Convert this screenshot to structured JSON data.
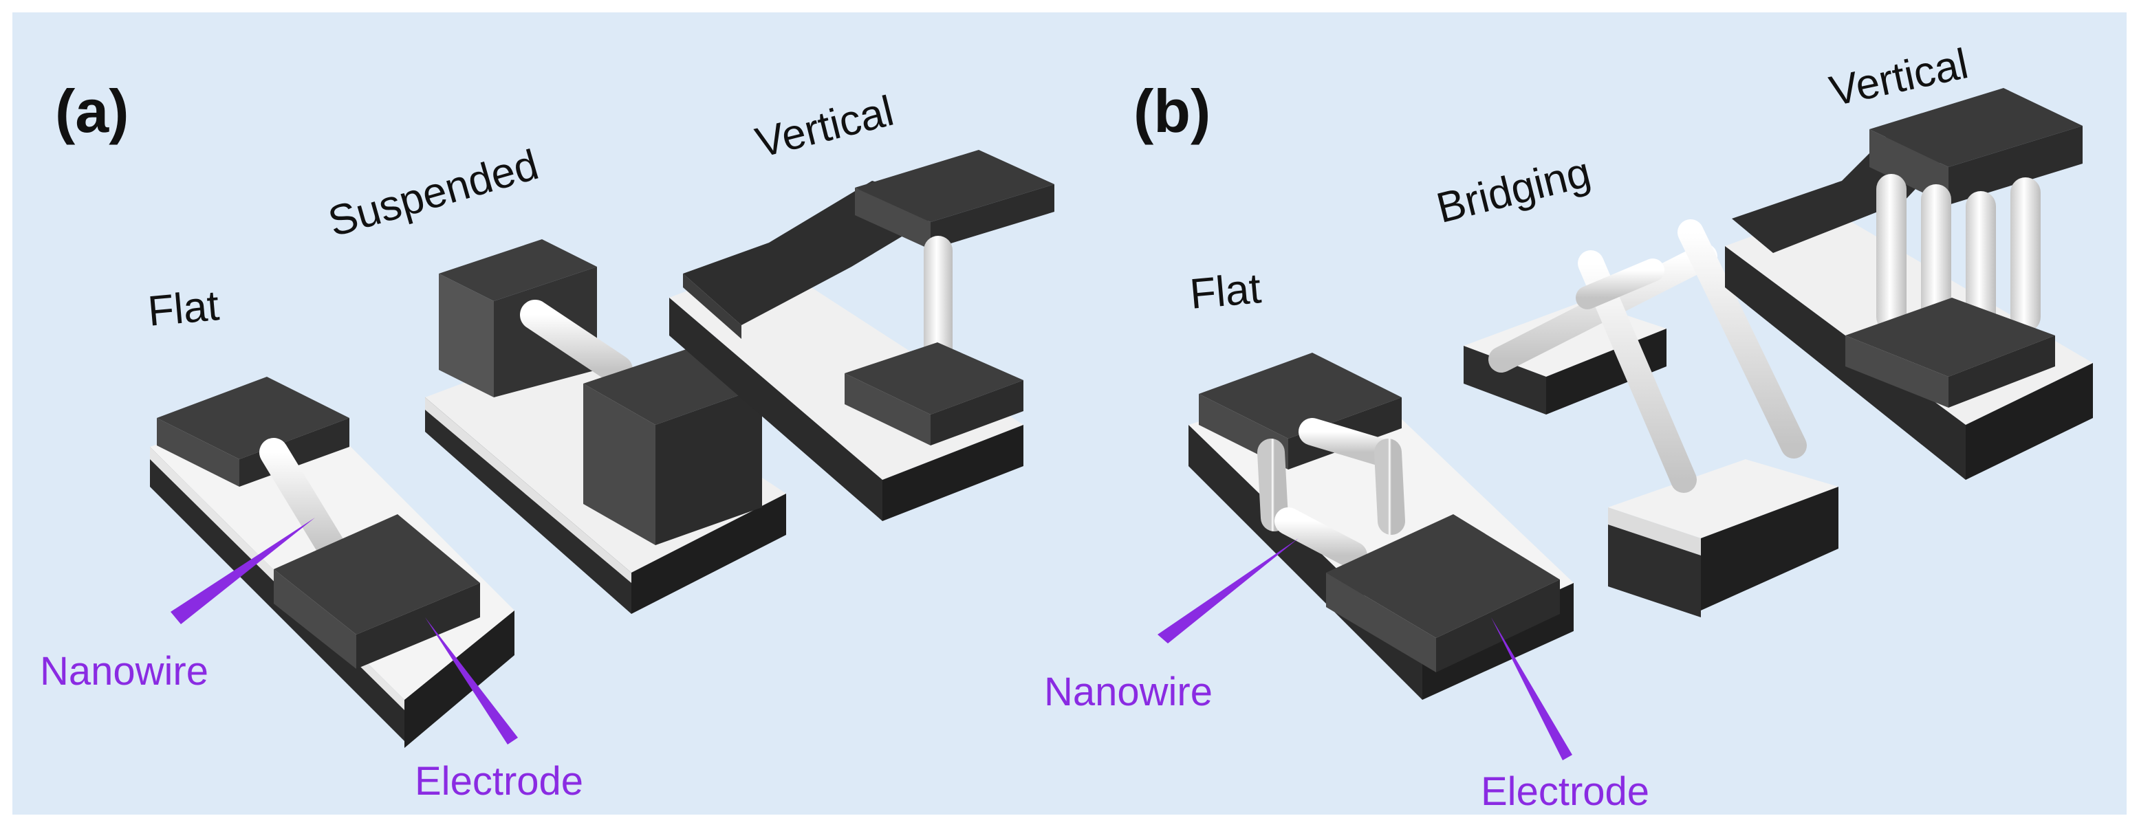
{
  "colors": {
    "background": "#ddeaf7",
    "electrode_top": "#3e3e3e",
    "electrode_side_light": "#4a4a4a",
    "electrode_side_dark": "#2a2a2a",
    "substrate_top": "#f4f4f4",
    "substrate_dark": "#2f2f2f",
    "nanowire": "#f0f0f0",
    "callout": "#8a2be2"
  },
  "panel_a": {
    "label": "(a)",
    "configs": {
      "flat": "Flat",
      "suspended": "Suspended",
      "vertical": "Vertical"
    },
    "callouts": {
      "nanowire": "Nanowire",
      "electrode": "Electrode"
    }
  },
  "panel_b": {
    "label": "(b)",
    "configs": {
      "flat": "Flat",
      "bridging": "Bridging",
      "vertical": "Vertical"
    },
    "callouts": {
      "nanowire": "Nanowire",
      "electrode": "Electrode"
    }
  }
}
